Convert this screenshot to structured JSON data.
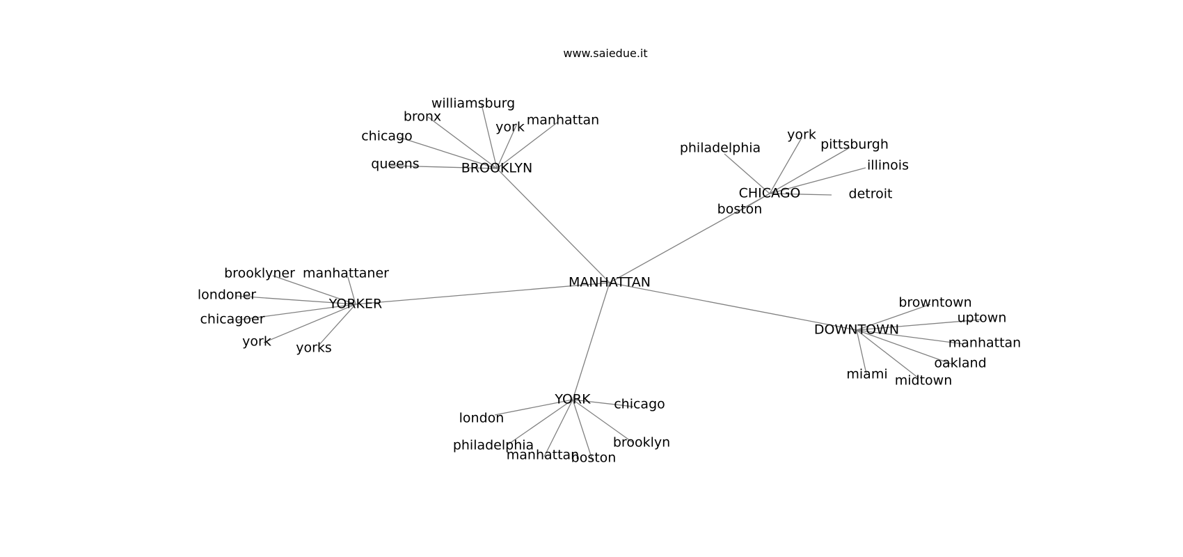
{
  "title": "www.saiedue.it",
  "edge_color": "#808080",
  "text_color": "#000000",
  "background": "#ffffff",
  "diagram": {
    "center": {
      "id": "manhattan_root",
      "label": "MANHATTAN"
    },
    "groups": [
      {
        "id": "brooklyn",
        "label": "BROOKLYN",
        "children": [
          "williamsburg",
          "bronx",
          "york",
          "manhattan",
          "chicago",
          "queens"
        ]
      },
      {
        "id": "chicago",
        "label": "CHICAGO",
        "children": [
          "philadelphia",
          "york",
          "pittsburgh",
          "illinois",
          "detroit",
          "boston"
        ]
      },
      {
        "id": "yorker",
        "label": "YORKER",
        "children": [
          "brooklyner",
          "manhattaner",
          "londoner",
          "chicagoer",
          "york",
          "yorks"
        ]
      },
      {
        "id": "downtown",
        "label": "DOWNTOWN",
        "children": [
          "browntown",
          "uptown",
          "manhattan",
          "oakland",
          "midtown",
          "miami"
        ]
      },
      {
        "id": "york",
        "label": "YORK",
        "children": [
          "chicago",
          "london",
          "philadelphia",
          "manhattan",
          "boston",
          "brooklyn"
        ]
      }
    ]
  }
}
